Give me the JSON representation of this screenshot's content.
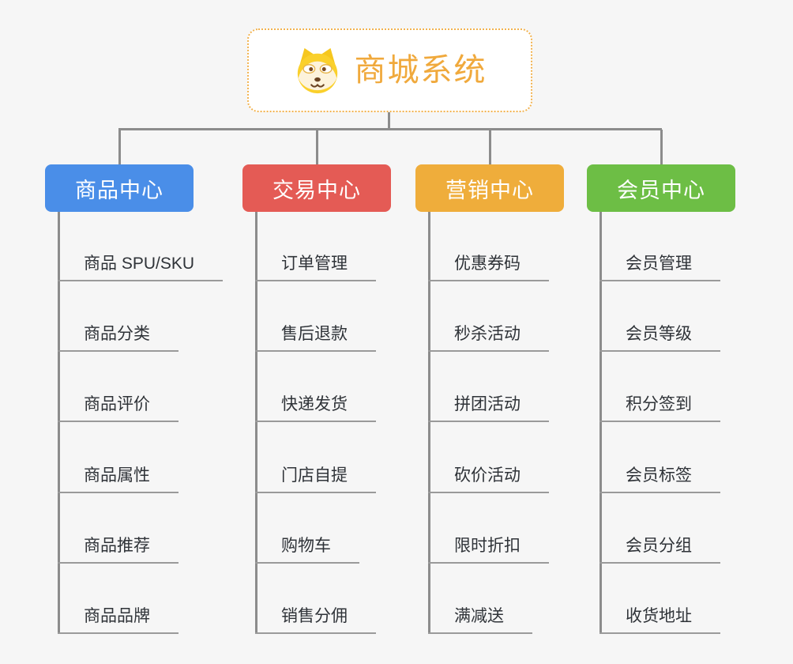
{
  "root": {
    "title": "商城系统",
    "icon": "shiba-dog-icon"
  },
  "branches": [
    {
      "label": "商品中心",
      "color": "#4A8EE8",
      "items": [
        "商品 SPU/SKU",
        "商品分类",
        "商品评价",
        "商品属性",
        "商品推荐",
        "商品品牌"
      ]
    },
    {
      "label": "交易中心",
      "color": "#E45B55",
      "items": [
        "订单管理",
        "售后退款",
        "快递发货",
        "门店自提",
        "购物车",
        "销售分佣"
      ]
    },
    {
      "label": "营销中心",
      "color": "#EFAD3B",
      "items": [
        "优惠券码",
        "秒杀活动",
        "拼团活动",
        "砍价活动",
        "限时折扣",
        "满减送"
      ]
    },
    {
      "label": "会员中心",
      "color": "#6DBE45",
      "items": [
        "会员管理",
        "会员等级",
        "积分签到",
        "会员标签",
        "会员分组",
        "收货地址"
      ]
    }
  ],
  "colors": {
    "root_title": "#F0A93C",
    "root_border": "#F2B24E",
    "connector": "#8C8C8C",
    "underline": "#9A9A9A",
    "item_text": "#2F3338",
    "background": "#F6F6F6"
  }
}
